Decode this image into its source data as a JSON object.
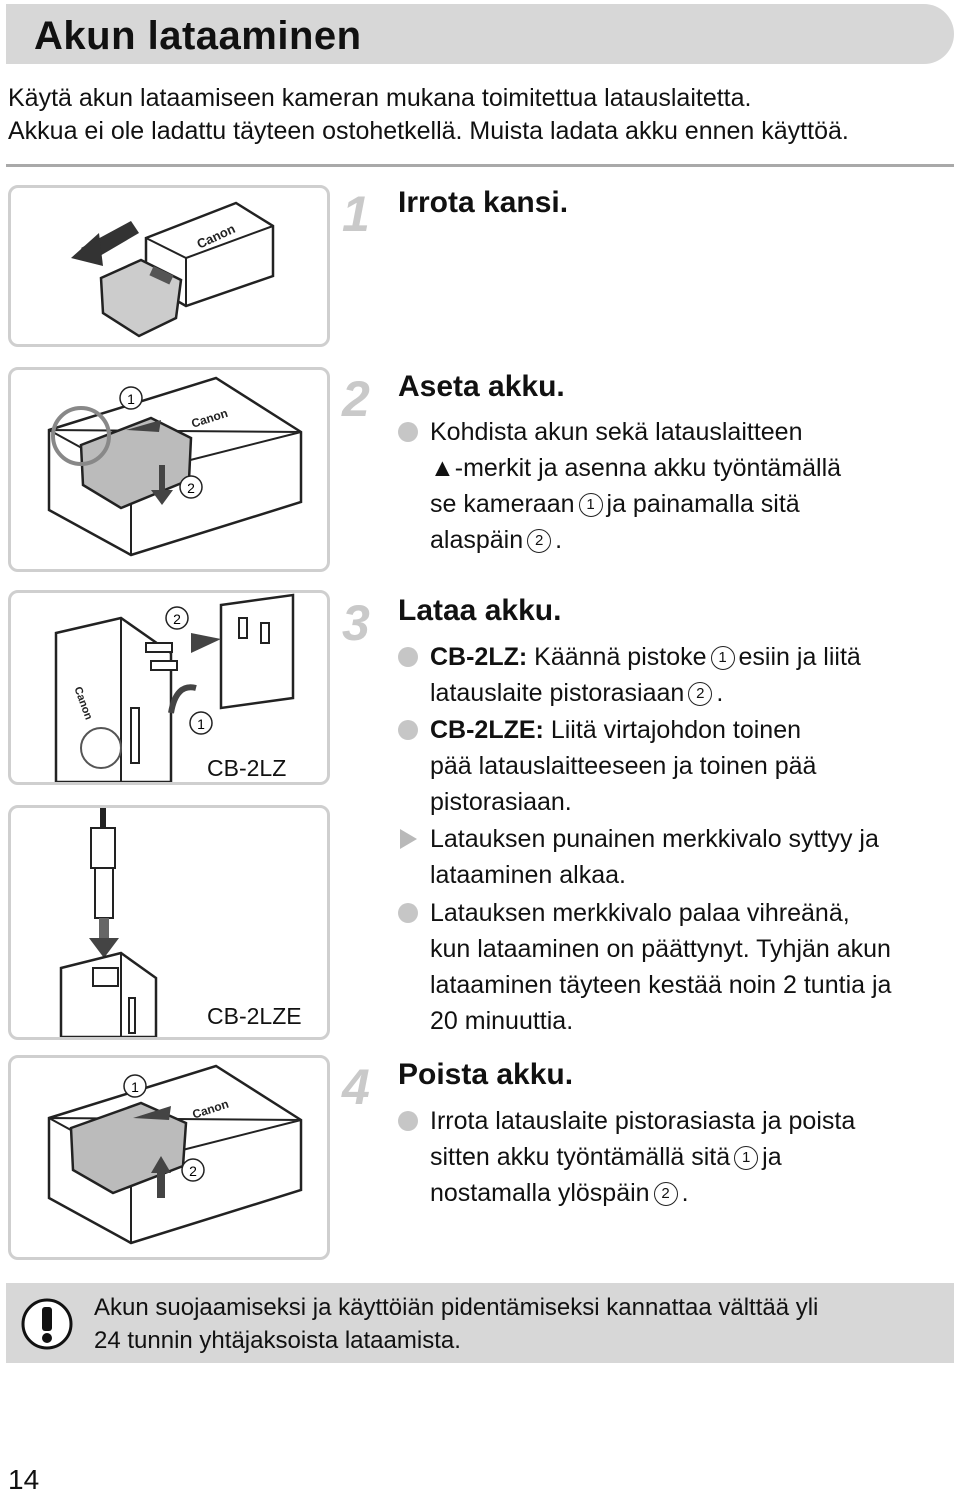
{
  "title": "Akun lataaminen",
  "intro": [
    "Käytä akun lataamiseen kameran mukana toimitettua latauslaitetta.",
    "Akkua ei ole ladattu täyteen ostohetkellä. Muista ladata akku ennen käyttöä."
  ],
  "steps": [
    {
      "number": "1",
      "title": "Irrota kansi."
    },
    {
      "number": "2",
      "title": "Aseta akku."
    },
    {
      "number": "3",
      "title": "Lataa akku."
    },
    {
      "number": "4",
      "title": "Poista akku."
    }
  ],
  "step2": {
    "line1": "Kohdista akun sekä latauslaitteen",
    "line2": "▲-merkit ja asenna akku työntämällä",
    "line3_a": "se kameraan",
    "line3_b": "ja painamalla sitä",
    "line4": "alaspäin"
  },
  "step3": {
    "cb2lz_model": "CB-2LZ:",
    "cb2lz_a": "Käännä pistoke",
    "cb2lz_b": "esiin ja liitä",
    "cb2lz_c": "latauslaite pistorasiaan",
    "cb2lze_model": "CB-2LZE:",
    "cb2lze_a": "Liitä virtajohdon toinen",
    "cb2lze_b": "pää latauslaitteeseen ja toinen pää",
    "cb2lze_c": "pistorasiaan.",
    "result_a": "Latauksen punainen merkkivalo syttyy ja",
    "result_b": "lataaminen alkaa.",
    "green_a": "Latauksen merkkivalo palaa vihreänä,",
    "green_b": "kun lataaminen on päättynyt. Tyhjän akun",
    "green_c": "lataaminen täyteen kestää noin 2 tuntia ja",
    "green_d": "20 minuuttia."
  },
  "step4": {
    "line1": "Irrota latauslaite pistorasiasta ja poista",
    "line2_a": "sitten akku työntämällä sitä",
    "line2_b": "ja",
    "line3": "nostamalla ylöspäin"
  },
  "marks": {
    "one": "1",
    "two": "2"
  },
  "labels": {
    "cb2lz": "CB-2LZ",
    "cb2lze": "CB-2LZE",
    "brand": "Canon"
  },
  "caution": [
    "Akun suojaamiseksi ja käyttöiän pidentämiseksi kannattaa välttää yli",
    "24 tunnin yhtäjaksoista lataamista."
  ],
  "page_number": "14",
  "colors": {
    "bar": "#d7d7d7",
    "rule": "#a9a9a9",
    "bullet": "#c6c6c6",
    "stepnum": "#c9c9c9"
  },
  "icons": {
    "bullet": "circle-bullet-icon",
    "result": "triangle-result-icon",
    "caution": "exclamation-icon"
  }
}
